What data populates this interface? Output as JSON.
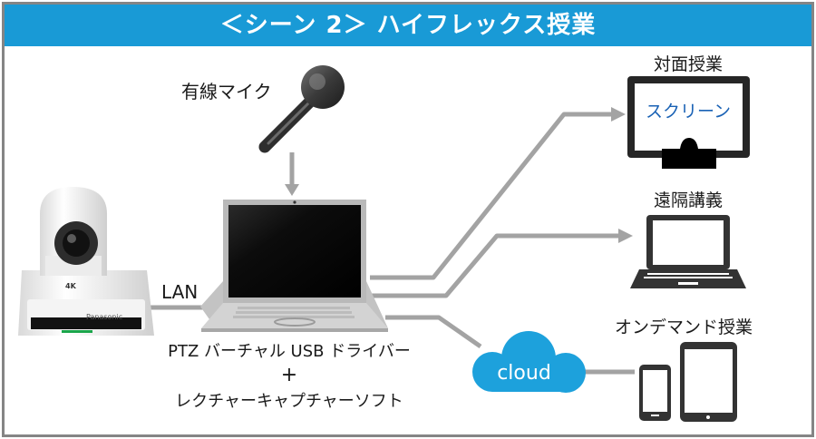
{
  "header": {
    "title": "＜シーン 2＞ ハイフレックス授業"
  },
  "labels": {
    "mic": "有線マイク",
    "lan": "LAN",
    "in_person": "対面授業",
    "screen": "スクリーン",
    "remote": "遠隔講義",
    "on_demand": "オンデマンド授業",
    "cloud": "cloud",
    "software_line1": "PTZ バーチャル USB ドライバー",
    "software_plus": "+",
    "software_line2": "レクチャーキャプチャーソフト",
    "camera_brand": "Panasonic",
    "camera_badge": "4K"
  },
  "colors": {
    "header_bg": "#199ad6",
    "frame_border": "#858585",
    "connector": "#a3a3a3",
    "cloud": "#1da1dc",
    "screen_text": "#1a62b5"
  }
}
